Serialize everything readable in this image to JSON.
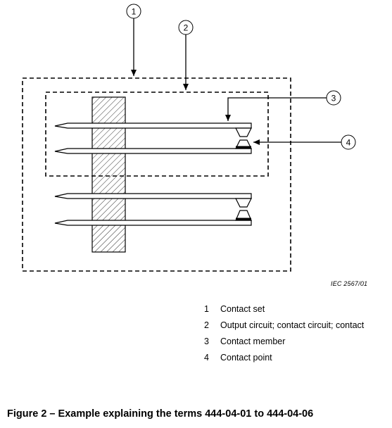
{
  "callouts": [
    {
      "number": "1"
    },
    {
      "number": "2"
    },
    {
      "number": "3"
    },
    {
      "number": "4"
    }
  ],
  "reference_label": "IEC   2567/01",
  "legend": [
    {
      "number": "1",
      "text": "Contact set"
    },
    {
      "number": "2",
      "text": "Output circuit; contact circuit; contact"
    },
    {
      "number": "3",
      "text": "Contact member"
    },
    {
      "number": "4",
      "text": "Contact point"
    }
  ],
  "caption": "Figure 2 – Example explaining the terms 444-04-01 to 444-04-06",
  "colors": {
    "line": "#000000",
    "background": "#ffffff",
    "hatch": "#000000"
  }
}
